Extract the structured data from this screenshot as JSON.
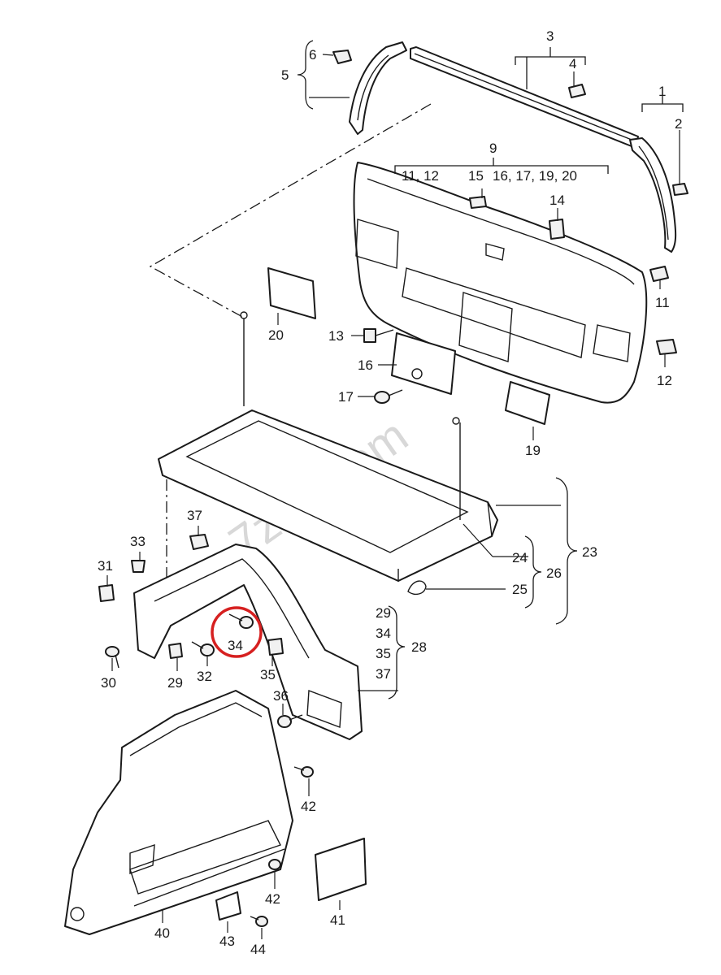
{
  "watermark": "7zap.com",
  "highlight_color": "#d62020",
  "callouts": {
    "c1": "1",
    "c2": "2",
    "c3": "3",
    "c4": "4",
    "c5": "5",
    "c6": "6",
    "c9": "9",
    "c9_sub_a": "11, 12",
    "c9_sub_b": "15",
    "c9_sub_c": "16, 17, 19, 20",
    "c11": "11",
    "c12": "12",
    "c13": "13",
    "c14": "14",
    "c16": "16",
    "c17": "17",
    "c19": "19",
    "c20": "20",
    "c23": "23",
    "c24": "24",
    "c25": "25",
    "c26": "26",
    "c28": "28",
    "c28_list": [
      "29",
      "34",
      "35",
      "37"
    ],
    "c29": "29",
    "c30": "30",
    "c31": "31",
    "c32": "32",
    "c33": "33",
    "c34": "34",
    "c35": "35",
    "c36": "36",
    "c37": "37",
    "c40": "40",
    "c41": "41",
    "c42a": "42",
    "c42b": "42",
    "c43": "43",
    "c44": "44"
  }
}
